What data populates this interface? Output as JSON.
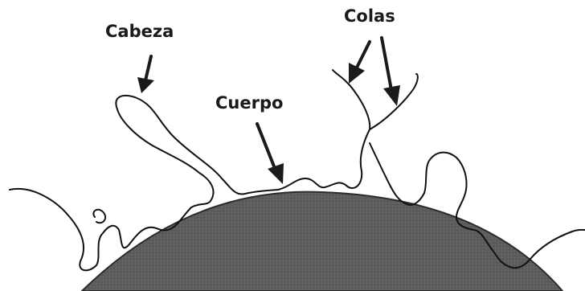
{
  "labels": {
    "head": "Cabeza",
    "body": "Cuerpo",
    "tails": "Colas"
  },
  "colors": {
    "particle_fill": "#5a5a5a",
    "particle_stroke": "#2b2b2b",
    "chain_stroke": "#111111",
    "label_color": "#1a1a1a"
  }
}
